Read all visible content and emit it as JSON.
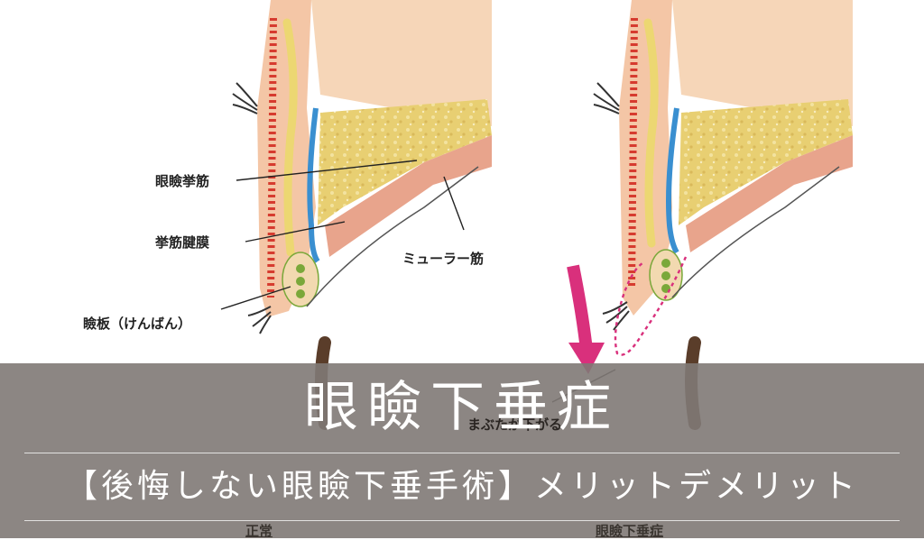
{
  "diagram": {
    "labels": {
      "levator": "眼瞼挙筋",
      "aponeurosis": "挙筋腱膜",
      "muller": "ミューラー筋",
      "tarsus": "瞼板（けんばん）",
      "droop": "まぶたが下がる"
    },
    "captions": {
      "normal": "正常",
      "ptosis": "眼瞼下垂症"
    }
  },
  "banner": {
    "title": "眼瞼下垂症",
    "subtitle": "【後悔しない眼瞼下垂手術】メリットデメリット"
  },
  "colors": {
    "skin": "#f5d3b3",
    "orbicularis": "#d63b2f",
    "fat": "#e9d27a",
    "tendon": "#3a8fd0",
    "tarsus_gland": "#7aa83a",
    "arrow": "#d9307c",
    "banner": "#807975"
  }
}
